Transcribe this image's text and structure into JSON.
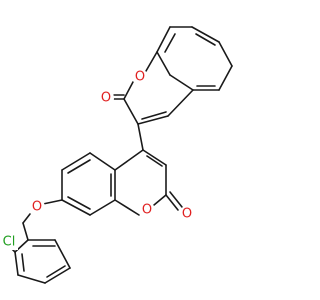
{
  "atoms": {
    "o_top_ring": "O",
    "o_top_carbonyl": "O",
    "o_ether": "O",
    "o_bottom_ring": "O",
    "o_bottom_carbonyl": "O",
    "cl": "Cl"
  },
  "colors": {
    "bond": "#1a1a1a",
    "oxygen": "#e02020",
    "chlorine": "#1f9e1f"
  }
}
